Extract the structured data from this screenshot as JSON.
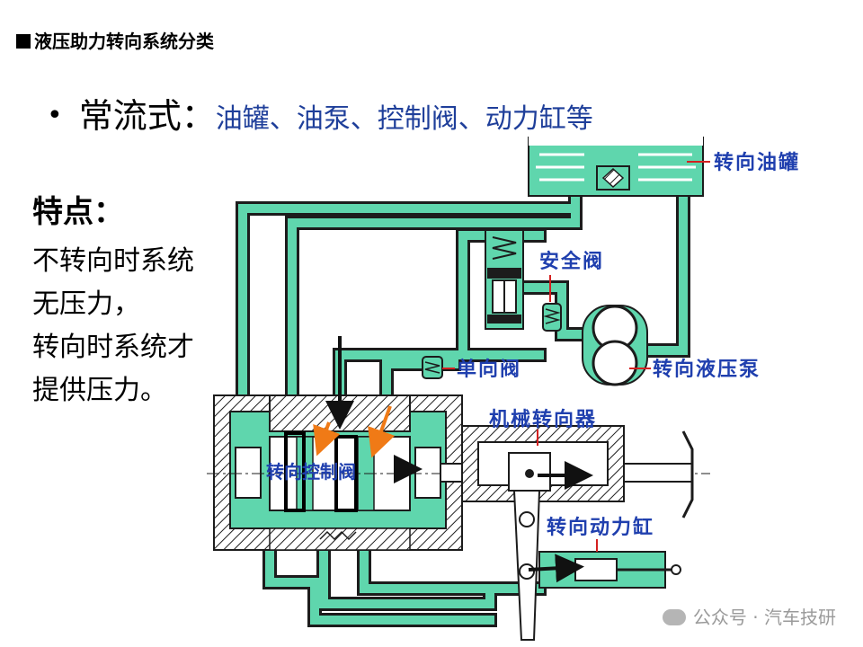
{
  "heading": "液压助力转向系统分类",
  "bullet": {
    "lead": "常流式：",
    "components": "油罐、油泵、控制阀、动力缸等"
  },
  "features": {
    "title": "特点：",
    "lines": [
      "不转向时系统",
      "无压力，",
      "转向时系统才",
      "提供压力。"
    ]
  },
  "diagram": {
    "labels": {
      "oil_tank": "转向油罐",
      "safety_valve": "安全阀",
      "check_valve": "单向阀",
      "pump": "转向液压泵",
      "mechanical_gear": "机械转向器",
      "control_valve": "转向控制阀",
      "power_cylinder": "转向动力缸"
    },
    "colors": {
      "fluid": "#5fd6ad",
      "outline": "#1c1c1c",
      "label": "#1f3fae",
      "leader": "#d42020",
      "arrow_orange": "#f07a16"
    }
  },
  "watermark": "公众号 · 汽车技研"
}
